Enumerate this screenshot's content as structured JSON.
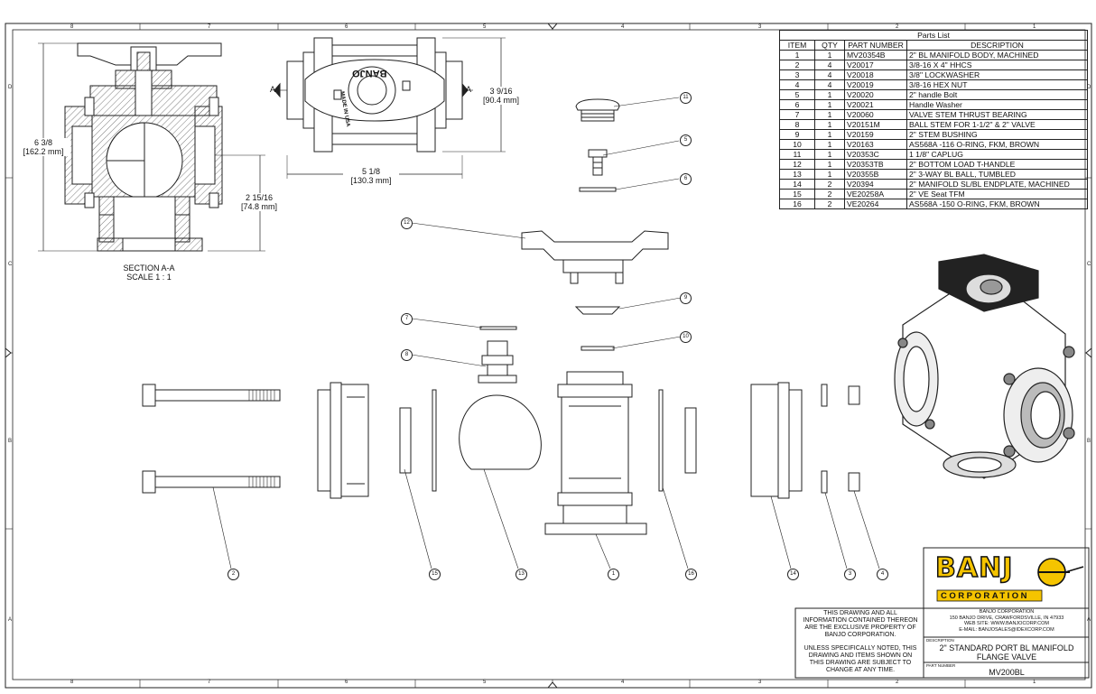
{
  "zones": {
    "top": [
      "8",
      "7",
      "6",
      "5",
      "4",
      "3",
      "2",
      "1"
    ],
    "bottom": [
      "8",
      "7",
      "6",
      "5",
      "4",
      "3",
      "2",
      "1"
    ],
    "left": [
      "D",
      "C",
      "B",
      "A"
    ],
    "right": [
      "D",
      "C",
      "B",
      "A"
    ]
  },
  "section_view": {
    "height_dim": "6 3/8\n[162.2 mm]",
    "port_dim": "2 15/16\n[74.8 mm]",
    "caption": "SECTION A-A\nSCALE 1 : 1"
  },
  "top_view": {
    "width_dim": "5 1/8\n[130.3 mm]",
    "height_dim": "3 9/16\n[90.4 mm]",
    "section_mark_left": "A",
    "section_mark_right": "A",
    "cast_text_1": "BANJO",
    "cast_text_2": "MADE IN USA"
  },
  "balloons": [
    "1",
    "2",
    "3",
    "4",
    "5",
    "6",
    "7",
    "8",
    "9",
    "10",
    "11",
    "12",
    "13",
    "14",
    "15",
    "16"
  ],
  "parts_list": {
    "caption": "Parts List",
    "headers": [
      "ITEM",
      "QTY",
      "PART NUMBER",
      "DESCRIPTION"
    ],
    "rows": [
      [
        "1",
        "1",
        "MV20354B",
        "2\" BL MANIFOLD BODY, MACHINED"
      ],
      [
        "2",
        "4",
        "V20017",
        "3/8-16 X 4\" HHCS"
      ],
      [
        "3",
        "4",
        "V20018",
        "3/8\" LOCKWASHER"
      ],
      [
        "4",
        "4",
        "V20019",
        "3/8-16 HEX NUT"
      ],
      [
        "5",
        "1",
        "V20020",
        "2\" handle Bolt"
      ],
      [
        "6",
        "1",
        "V20021",
        "Handle Washer"
      ],
      [
        "7",
        "1",
        "V20060",
        "VALVE STEM THRUST BEARING"
      ],
      [
        "8",
        "1",
        "V20151M",
        "BALL STEM FOR 1-1/2\" & 2\" VALVE"
      ],
      [
        "9",
        "1",
        "V20159",
        "2\" STEM BUSHING"
      ],
      [
        "10",
        "1",
        "V20163",
        "AS568A -116 O-RING, FKM, BROWN"
      ],
      [
        "11",
        "1",
        "V20353C",
        "1 1/8\" CAPLUG"
      ],
      [
        "12",
        "1",
        "V20353TB",
        "2\" BOTTOM LOAD T-HANDLE"
      ],
      [
        "13",
        "1",
        "V20355B",
        "2\" 3-WAY BL BALL, TUMBLED"
      ],
      [
        "14",
        "2",
        "V20394",
        "2\" MANIFOLD SL/BL ENDPLATE, MACHINED"
      ],
      [
        "15",
        "2",
        "VE20258A",
        "2\" VE Seat TFM"
      ],
      [
        "16",
        "2",
        "VE20264",
        "AS568A -150 O-RING, FKM, BROWN"
      ]
    ]
  },
  "title_block": {
    "logo_text": "BANJ",
    "logo_corp": "CORPORATION",
    "logo_color": "#f5c400",
    "proprietary_note": "THIS DRAWING AND ALL\nINFORMATION CONTAINED THEREON\nARE THE EXCLUSIVE PROPERTY OF\nBANJO CORPORATION.",
    "change_note": "UNLESS SPECIFICALLY NOTED, THIS\nDRAWING AND ITEMS SHOWN ON\nTHIS DRAWING ARE SUBJECT TO\nCHANGE AT ANY TIME.",
    "company_info": "BANJO CORPORATION\n150 BANJO DRIVE, CRAWFORDSVILLE, IN 47933\nWEB SITE: WWW.BANJOCORP.COM\nE-MAIL: BANJOSALES@IDEXCORP.COM",
    "description_label": "DESCRIPTION",
    "description": "2\" STANDARD PORT BL MANIFOLD\nFLANGE VALVE",
    "part_number_label": "PART NUMBER",
    "part_number": "MV200BL"
  }
}
